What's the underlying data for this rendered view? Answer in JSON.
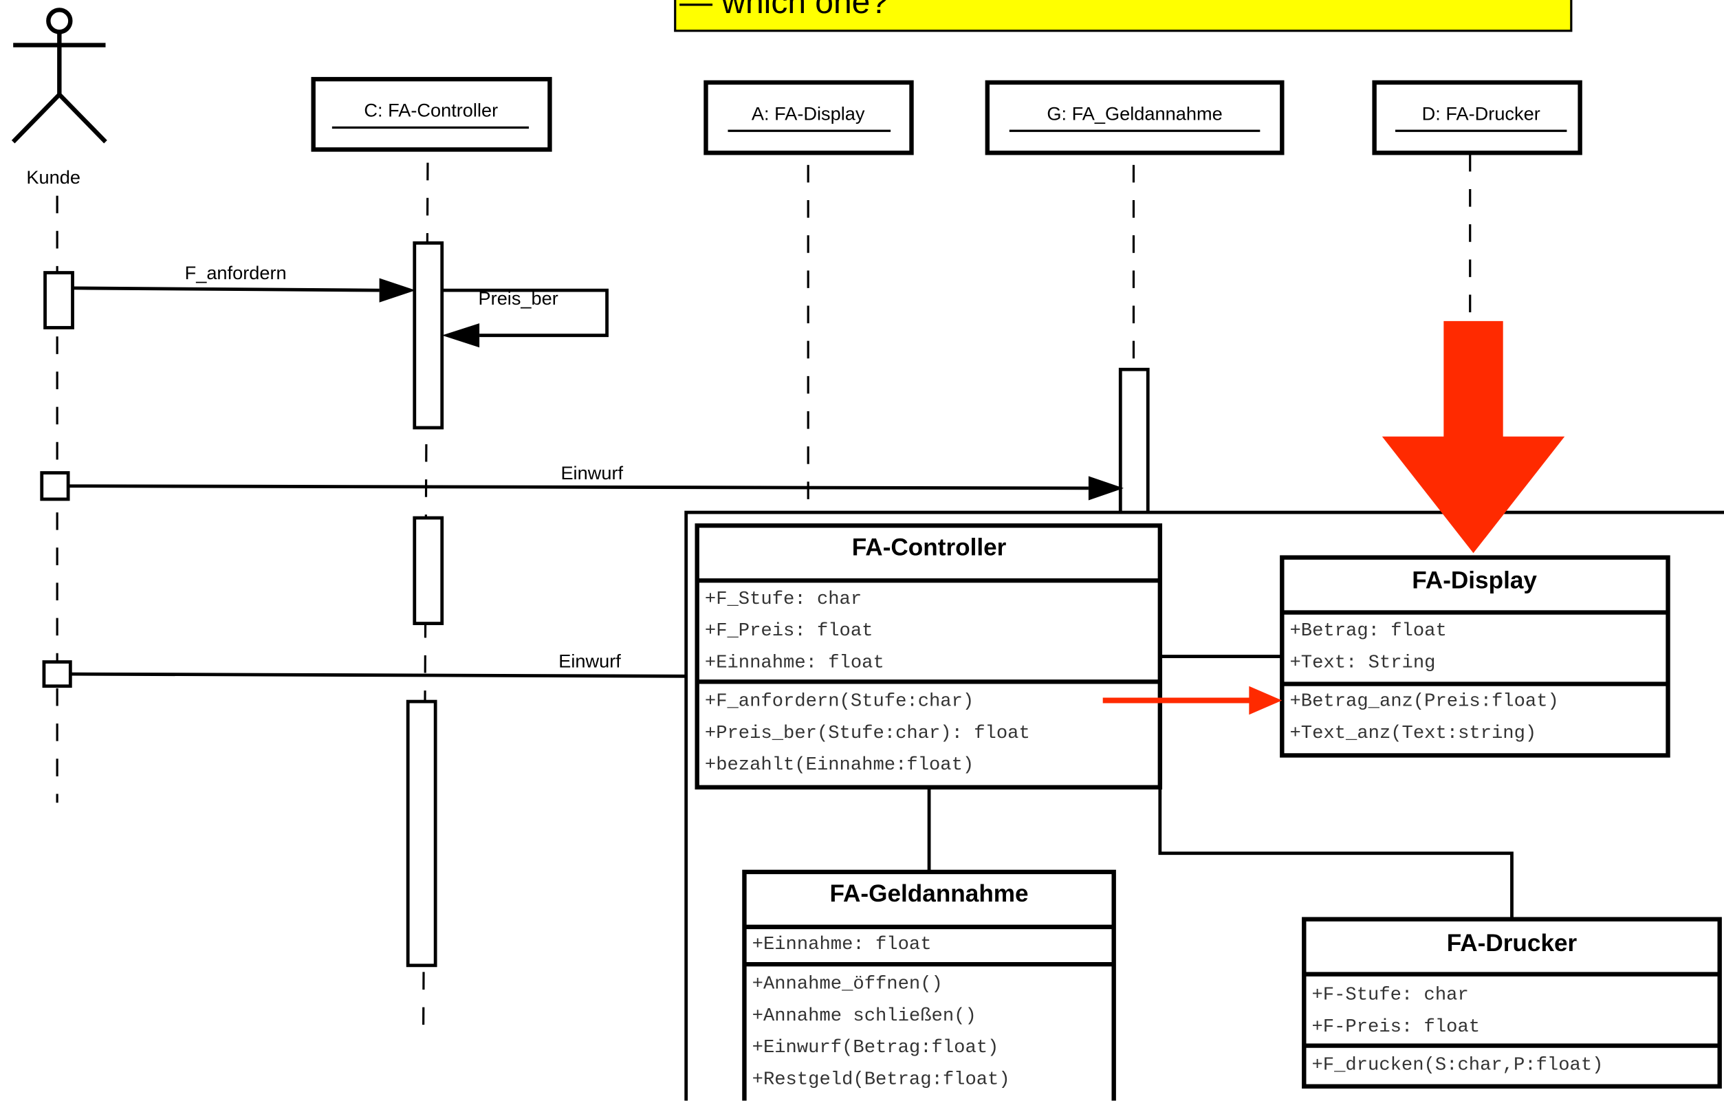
{
  "callout": {
    "text": "— which one?"
  },
  "actor": {
    "name": "Kunde"
  },
  "lifelines": [
    {
      "label": "C: FA-Controller"
    },
    {
      "label": "A: FA-Display"
    },
    {
      "label": "G: FA_Geldannahme"
    },
    {
      "label": "D: FA-Drucker"
    }
  ],
  "messages": [
    "F_anfordern",
    "Preis_ber",
    "Einwurf",
    "Einwurf"
  ],
  "classes": {
    "controller": {
      "name": "FA-Controller",
      "attributes": [
        "+F_Stufe: char",
        "+F_Preis: float",
        "+Einnahme: float"
      ],
      "methods": [
        "+F_anfordern(Stufe:char)",
        "+Preis_ber(Stufe:char): float",
        "+bezahlt(Einnahme:float)"
      ]
    },
    "display": {
      "name": "FA-Display",
      "attributes": [
        "+Betrag: float",
        "+Text: String"
      ],
      "methods": [
        "+Betrag_anz(Preis:float)",
        "+Text_anz(Text:string)"
      ]
    },
    "geldannahme": {
      "name": "FA-Geldannahme",
      "attributes": [
        "+Einnahme: float"
      ],
      "methods": [
        "+Annahme_öffnen()",
        "+Annahme schließen()",
        "+Einwurf(Betrag:float)",
        "+Restgeld(Betrag:float)"
      ]
    },
    "drucker": {
      "name": "FA-Drucker",
      "attributes": [
        "+F-Stufe: char",
        "+F-Preis: float"
      ],
      "methods": [
        "+F_drucken(S:char,P:float)"
      ]
    }
  },
  "colors": {
    "callout_bg": "#ffff00",
    "highlight_arrow": "#ff2a00",
    "ink": "#000000"
  }
}
